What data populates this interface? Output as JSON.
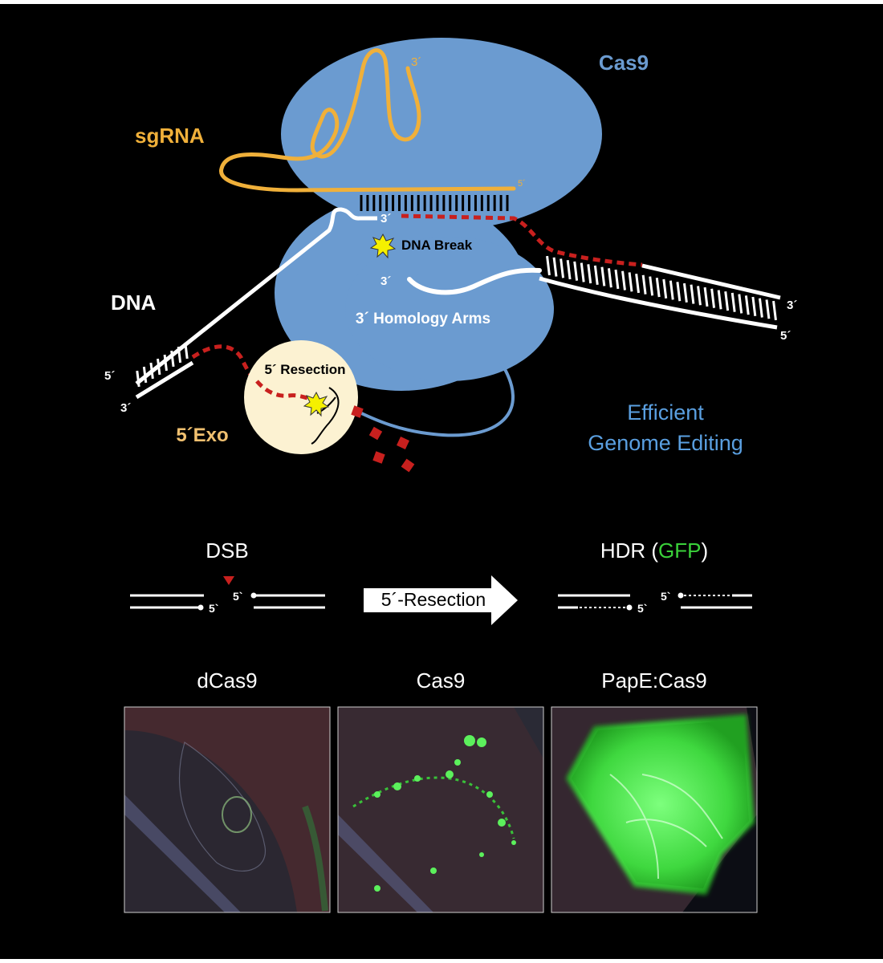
{
  "labels": {
    "cas9": "Cas9",
    "sgrna": "sgRNA",
    "sgrna_3prime": "3´",
    "sgrna_5prime": "5´",
    "dna": "DNA",
    "dna_break": "DNA Break",
    "three_prime_top": "3´",
    "three_prime_mid": "3´",
    "homology_arms": "3´ Homology Arms",
    "right_3prime": "3´",
    "right_5prime": "5´",
    "left_5prime": "5´",
    "left_3prime": "3´",
    "resection": "5´ Resection",
    "exo": "5´Exo",
    "efficient": "Efficient",
    "genome_editing": "Genome Editing"
  },
  "schematic": {
    "dsb": "DSB",
    "hdr_prefix": "HDR (",
    "hdr_gfp": "GFP",
    "hdr_suffix": ")",
    "resection_arrow": "5´-Resection",
    "dsb_5prime_a": "5`",
    "dsb_5prime_b": "5`",
    "hdr_5prime_a": "5`",
    "hdr_5prime_b": "5`"
  },
  "panels": [
    {
      "label": "dCas9"
    },
    {
      "label": "Cas9"
    },
    {
      "label": "PapE:Cas9"
    }
  ],
  "colors": {
    "background": "#000000",
    "cas9_blue": "#6b9bd0",
    "sgrna_orange": "#f0b03a",
    "break_red": "#c8201e",
    "exo_cream": "#fcf2d2",
    "gfp_green": "#3ad13a",
    "efficient_blue": "#5a9fe0"
  }
}
